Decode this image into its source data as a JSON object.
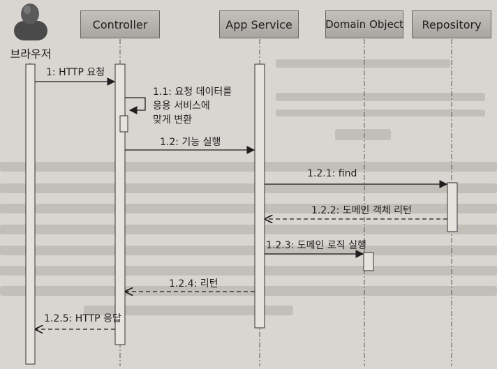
{
  "actor": {
    "label": "브라우저",
    "icon": "user-icon"
  },
  "participants": {
    "controller": "Controller",
    "app_service": "App Service",
    "domain_object": "Domain Object",
    "repository": "Repository"
  },
  "messages": {
    "m1": "1: HTTP 요청",
    "m1_1_line1": "1.1: 요청 데이터를",
    "m1_1_line2": "응용 서비스에",
    "m1_1_line3": "맞게 변환",
    "m1_2": "1.2: 기능 실행",
    "m1_2_1": "1.2.1: find",
    "m1_2_2": "1.2.2: 도메인 객체 리턴",
    "m1_2_3": "1.2.3: 도메인 로직 실행",
    "m1_2_4": "1.2.4: 리턴",
    "m1_2_5": "1.2.5: HTTP 응답"
  },
  "colors": {
    "background": "#d9d6d1",
    "header": "#b5b2ad",
    "ink": "#1e1e1e"
  }
}
